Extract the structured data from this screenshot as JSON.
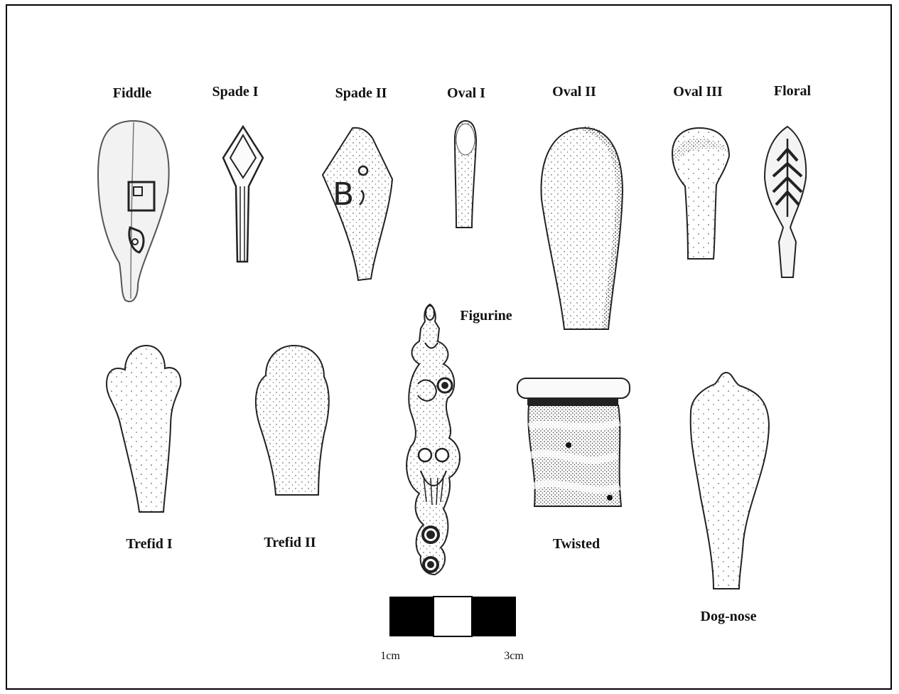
{
  "figure": {
    "types": [
      {
        "id": "fiddle",
        "label": "Fiddle"
      },
      {
        "id": "spade-1",
        "label": "Spade I"
      },
      {
        "id": "spade-2",
        "label": "Spade II"
      },
      {
        "id": "oval-1",
        "label": "Oval I"
      },
      {
        "id": "oval-2",
        "label": "Oval II"
      },
      {
        "id": "oval-3",
        "label": "Oval III"
      },
      {
        "id": "floral",
        "label": "Floral"
      },
      {
        "id": "figurine",
        "label": "Figurine"
      },
      {
        "id": "trefid-1",
        "label": "Trefid I"
      },
      {
        "id": "trefid-2",
        "label": "Trefid II"
      },
      {
        "id": "twisted",
        "label": "Twisted"
      },
      {
        "id": "dog-nose",
        "label": "Dog-nose"
      }
    ],
    "spade_mark": "B",
    "scale_bar": {
      "left_label": "1cm",
      "right_label": "3cm"
    }
  }
}
